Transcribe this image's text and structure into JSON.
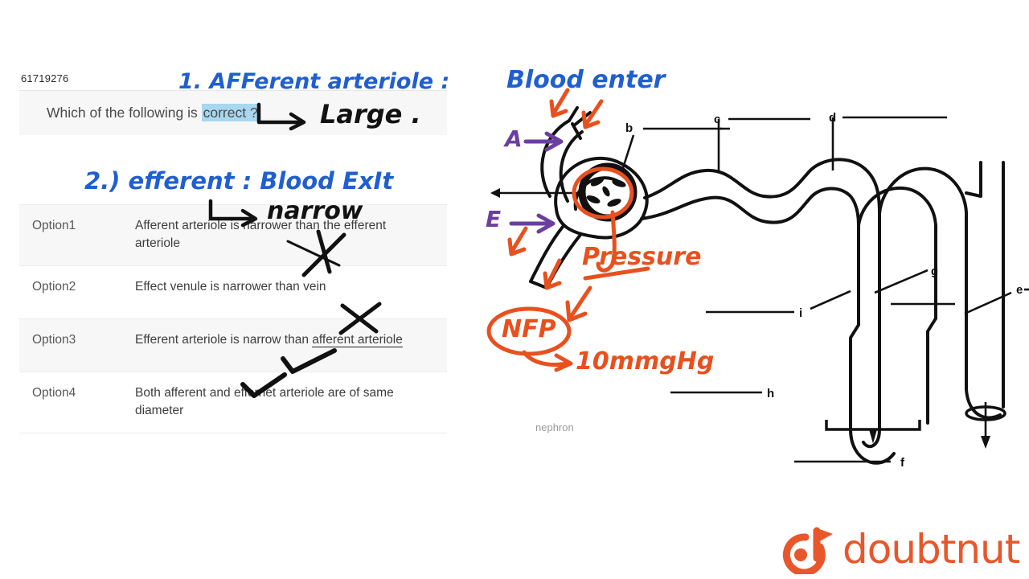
{
  "question_card": {
    "question_id": "61719276",
    "question_text_plain": "Which of the following is ",
    "question_text_highlighted": "correct ?",
    "highlight_color": "#a9d7ef",
    "options": [
      {
        "label": "Option1",
        "text": "Afferent arteriole is narrower than the efferent arteriole",
        "struck_out": true
      },
      {
        "label": "Option2",
        "text": "Effect venule is narrower than vein",
        "struck_out": true
      },
      {
        "label": "Option3",
        "text": "Efferent arteriole is narrow than afferent arteriole",
        "struck_out": false,
        "underlined_words": "afferent arteriole"
      },
      {
        "label": "Option4",
        "text": "Both afferent and effernet arteriole are of same diameter",
        "struck_out": false
      }
    ]
  },
  "annotations": {
    "blue_note_1": "1. AFFerent arteriole :",
    "blue_note_1_sub": "Large .",
    "blue_note_2": "2.)  efferent :  Blood ExIt",
    "blue_note_2_sub": "narrow",
    "blue_note_3": "Blood enter",
    "ink_colors": {
      "blue": "#1f5fd0",
      "black": "#121212",
      "orange": "#e8501e",
      "purple": "#6b3fa0"
    },
    "purple_marks": [
      {
        "text": "A",
        "arrow": "→"
      },
      {
        "text": "E",
        "arrow": "→"
      }
    ],
    "orange_marks": {
      "pressure": "Pressure",
      "nfp": "NFP",
      "nfp_value": "10mmgHg"
    }
  },
  "diagram": {
    "caption": "nephron",
    "labels": [
      "b",
      "c",
      "d",
      "e",
      "f",
      "g",
      "h",
      "i"
    ]
  },
  "logo": {
    "wordmark": "doubtnut",
    "brand_color": "#e8572b"
  }
}
